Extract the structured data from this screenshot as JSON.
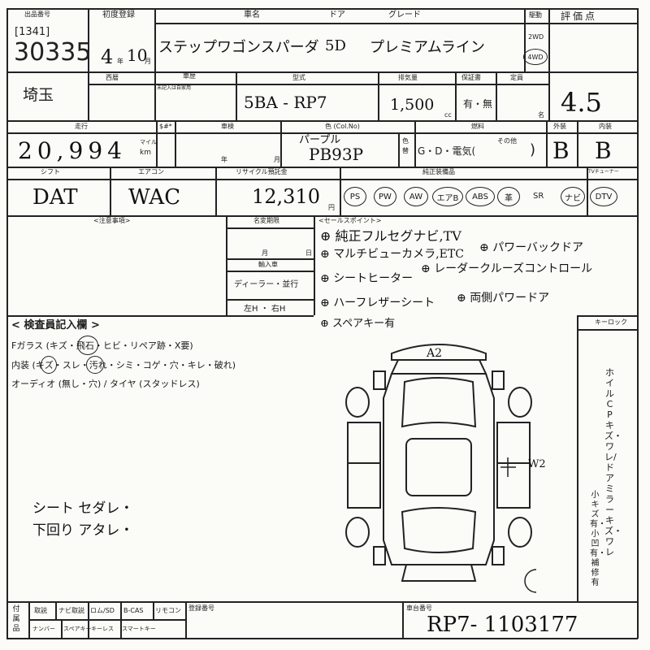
{
  "header": {
    "exhibit_label": "出品番号",
    "lot_code": "[1341]",
    "lot_number": "30335",
    "first_reg_label": "初度登録",
    "first_reg_year": "4",
    "year_unit": "年",
    "first_reg_month": "10",
    "month_unit": "月",
    "car_name_label": "車名",
    "door_label": "ドア",
    "grade_label": "グレード",
    "car_name": "ステップワゴンスパーダ",
    "doors": "5D",
    "grade": "プレミアムライン",
    "drive_label": "駆動",
    "drive_opt_1": "2WD",
    "drive_opt_2": "4WD",
    "score_label": "評価点",
    "score": "4.5"
  },
  "row2": {
    "era_label": "西暦",
    "location": "埼玉",
    "history_label": "車歴",
    "history_note": "未記入は自家用",
    "model_label": "型式",
    "model": "5BA - RP7",
    "displacement_label": "排気量",
    "displacement": "1,500",
    "cc_unit": "cc",
    "warranty_label": "保証書",
    "warranty_opts": "有・無",
    "capacity_label": "定員",
    "capacity_unit": "名"
  },
  "row3": {
    "mileage_label": "走行",
    "mileage": "20,994",
    "mileage_unit_1": "マイル",
    "mileage_unit_2": "km",
    "inspection_label": "車検",
    "inspection_year_unit": "年",
    "inspection_month_unit": "月",
    "color_label": "色 (Col.No)",
    "color_name": "パープル",
    "color_code": "PB93P",
    "color_change_label": "色替",
    "fuel_label": "燃料",
    "fuel_opts": "G・D・電気(",
    "fuel_other": "その他",
    "fuel_close": ")",
    "exterior_label": "外装",
    "exterior_grade": "B",
    "interior_label": "内装",
    "interior_grade": "B"
  },
  "row4": {
    "shift_label": "シフト",
    "shift": "DAT",
    "aircon_label": "エアコン",
    "aircon": "WAC",
    "recycle_label": "リサイクル預託金",
    "recycle": "12,310",
    "recycle_unit": "円",
    "equipment_label": "純正装備品",
    "tuner_label": "TVチューナー",
    "equipment": [
      "PS",
      "PW",
      "AW",
      "エアB",
      "ABS",
      "革",
      "SR",
      "ナビ",
      "DTV"
    ]
  },
  "row5": {
    "caution_label": "<注意事項>",
    "name_change_label": "名変期限",
    "month_label": "月",
    "day_label": "日",
    "import_label": "輸入車",
    "dealer_label": "ディーラー・並行",
    "steering_label": "左H ・ 右H",
    "sales_label": "<セールスポイント>",
    "sales_points": [
      "純正フルセグナビ,TV",
      "マルチビューカメラ,ETC",
      "パワーバックドア",
      "シートヒーター",
      "レーダークルーズコントロール",
      "ハーフレザーシート",
      "両側パワードア",
      "スペアキー有"
    ]
  },
  "inspector": {
    "title": "< 検査員記入欄 >",
    "glass": "Fガラス (キズ・飛石・ヒビ・リペア跡・X要)",
    "interior": "内装 (キズ・スレ・汚れ・シミ・コゲ・穴・キレ・破れ)",
    "audio": "オーディオ (無し・穴) / タイヤ (スタッドレス)",
    "note_1": "シート セダレ・",
    "note_2": "下回り アタレ・"
  },
  "diagram": {
    "mark_top": "A2",
    "mark_side": "W2",
    "keylock_label": "キーロック",
    "legend_vertical": "ホイルCPキズ・ワレ/ドアミラーキズ・ワレ",
    "legend_small": "小キズ有・小凹有・補修有"
  },
  "footer": {
    "accessory_label": "付属品",
    "items_row1": [
      "取説",
      "ナビ取説",
      "ロム/SD",
      "B-CAS",
      "リモコン"
    ],
    "items_row2": [
      "ナンバー",
      "スペアキー",
      "キーレス",
      "スマートキー"
    ],
    "reg_label": "登録番号",
    "chassis_label": "車台番号",
    "chassis": "RP7- 1103177"
  }
}
